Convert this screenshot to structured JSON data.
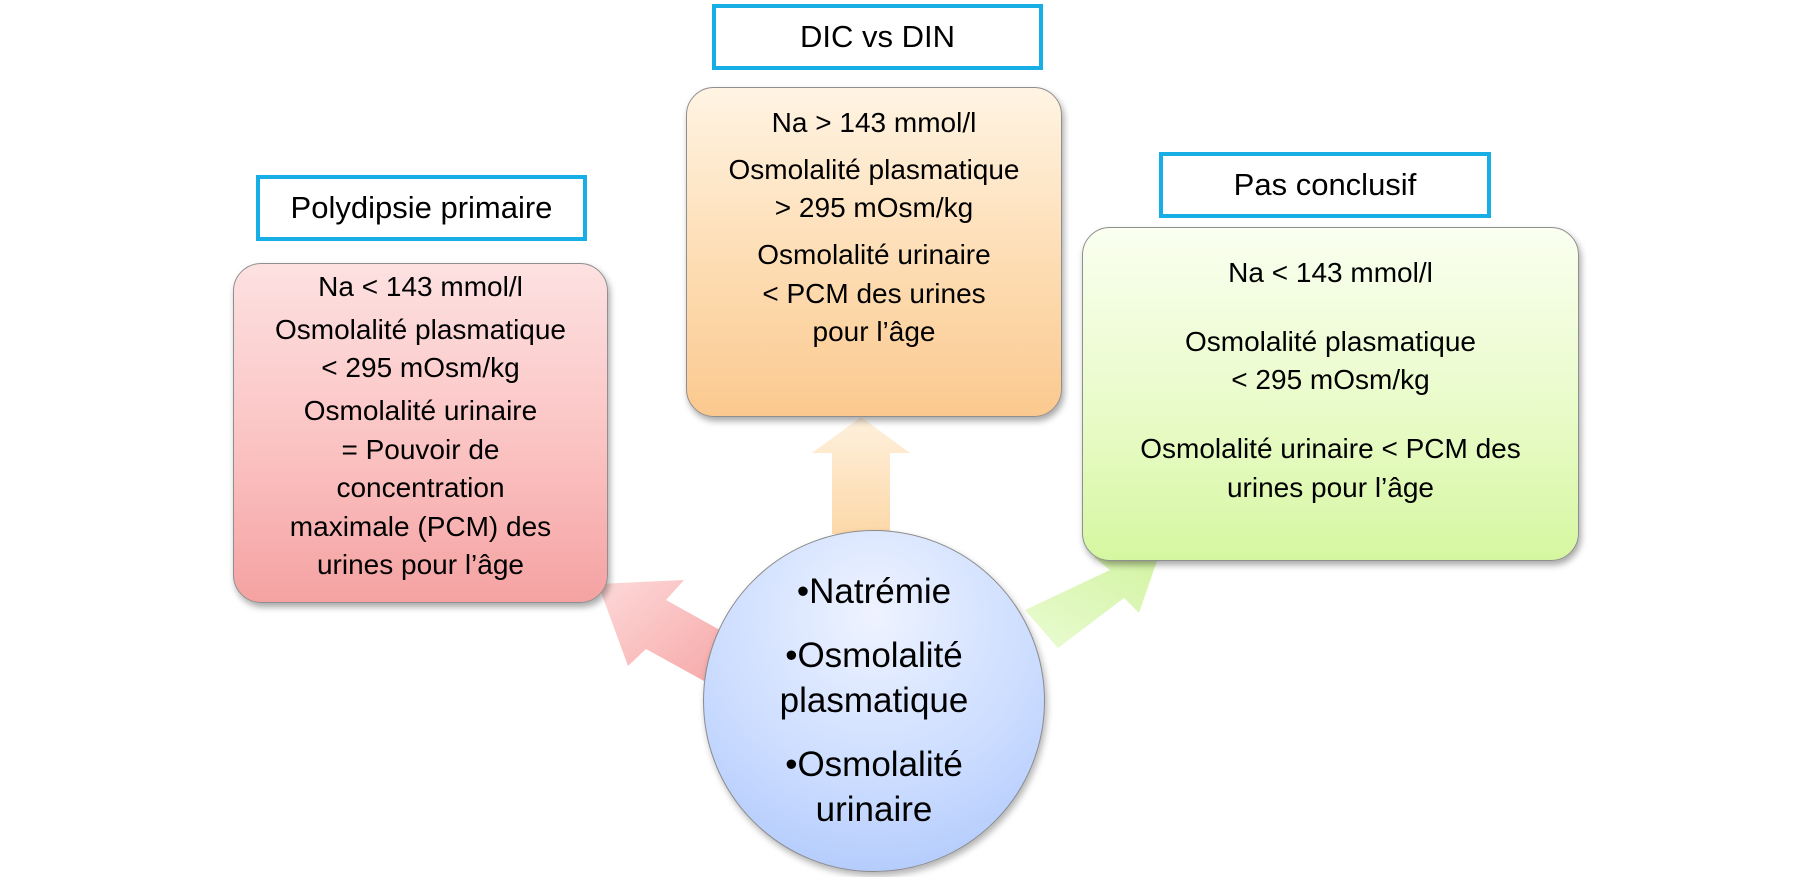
{
  "titles": {
    "left": "Polydipsie primaire",
    "center": "DIC vs DIN",
    "right": "Pas conclusif"
  },
  "cards": {
    "left": {
      "na": "Na < 143 mmol/l",
      "plasma_1": "Osmolalité plasmatique",
      "plasma_2": "< 295 mOsm/kg",
      "urine_1": "Osmolalité urinaire",
      "urine_2": "= Pouvoir de",
      "urine_3": "concentration",
      "urine_4": "maximale (PCM) des",
      "urine_5": "urines pour l’âge"
    },
    "center": {
      "na": "Na > 143 mmol/l",
      "plasma_1": "Osmolalité plasmatique",
      "plasma_2": "> 295 mOsm/kg",
      "urine_1": "Osmolalité urinaire",
      "urine_2": "< PCM des urines",
      "urine_3": "pour l’âge"
    },
    "right": {
      "na": "Na < 143 mmol/l",
      "plasma_1": "Osmolalité plasmatique",
      "plasma_2": "< 295 mOsm/kg",
      "urine_1": "Osmolalité urinaire  < PCM des",
      "urine_2": "urines pour l’âge"
    }
  },
  "circle": {
    "item_1": "•Natrémie",
    "item_2a": "•Osmolalité",
    "item_2b": "plasmatique",
    "item_3a": "•Osmolalité",
    "item_3b": "urinaire"
  },
  "colors": {
    "title_border": "#16aee4",
    "arrow_left": "#f9b8b8",
    "arrow_up": "#fcd8a8",
    "arrow_right": "#dcf7b4",
    "circle": "#b9cffc"
  }
}
